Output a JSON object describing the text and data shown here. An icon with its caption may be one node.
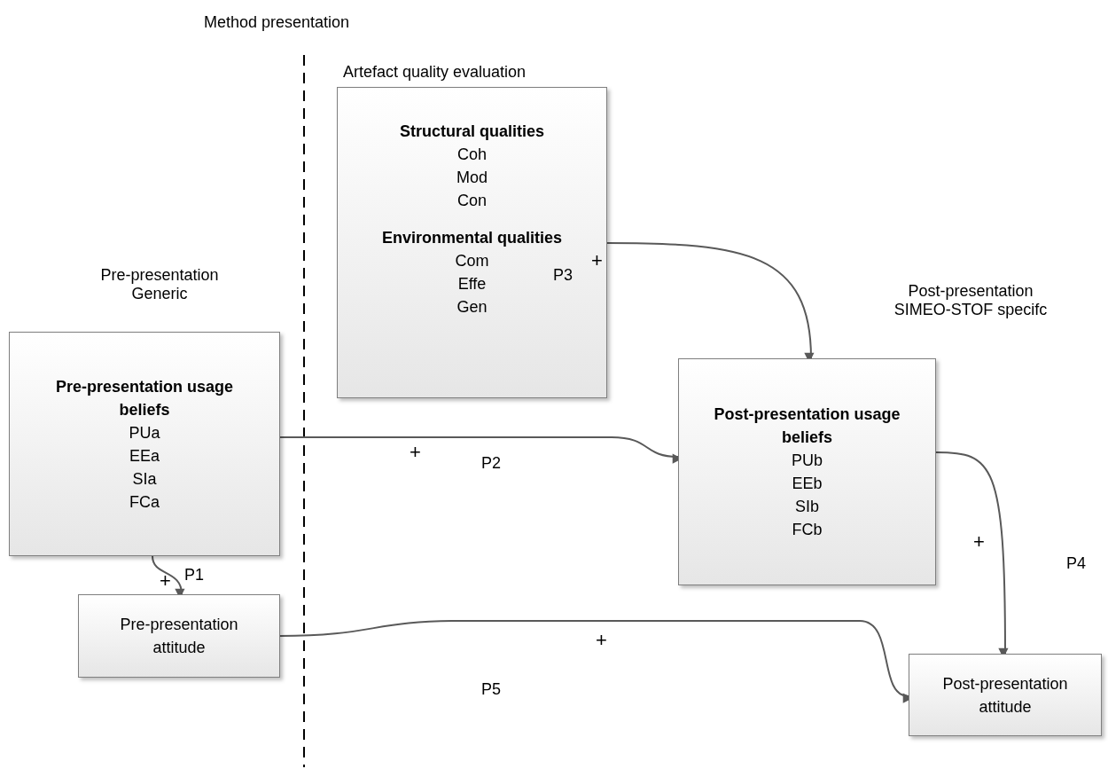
{
  "diagram": {
    "nodes": [
      {
        "text": [
          "Artefact quality evaluation",
          "Structural qualities",
          "Coh",
          "Mod",
          "Con",
          "Environmental qualities",
          "Com",
          "Effe",
          "Gen"
        ]
      },
      {
        "text": [
          "Pre-presentation usage beliefs",
          "PUa",
          "EEa",
          "SIa",
          "FCa"
        ]
      },
      {
        "text": [
          "Post-presentation usage beliefs",
          "PUb",
          "EEb",
          "SIb",
          "FCb"
        ]
      },
      {
        "text": [
          "Pre-presentation attitude"
        ]
      },
      {
        "text": [
          "Post-presentation attitude"
        ]
      }
    ],
    "edges": [
      {
        "from": 1,
        "to": 3,
        "arrow": "to",
        "label": "+"
      },
      {
        "from": 1,
        "to": 2,
        "arrow": "to",
        "label": "+"
      },
      {
        "from": 0,
        "to": 2,
        "arrow": "to",
        "label": "+"
      },
      {
        "from": 2,
        "to": 4,
        "arrow": "to",
        "label": "+"
      },
      {
        "from": 3,
        "to": 4,
        "arrow": "to",
        "label": "+"
      }
    ],
    "labels": [
      "Method presentation",
      "P3",
      "Pre-presentation Generic",
      "Post-presentation SIMEO-STOF specifc",
      "P2",
      "P4",
      "P1",
      "P5"
    ]
  }
}
